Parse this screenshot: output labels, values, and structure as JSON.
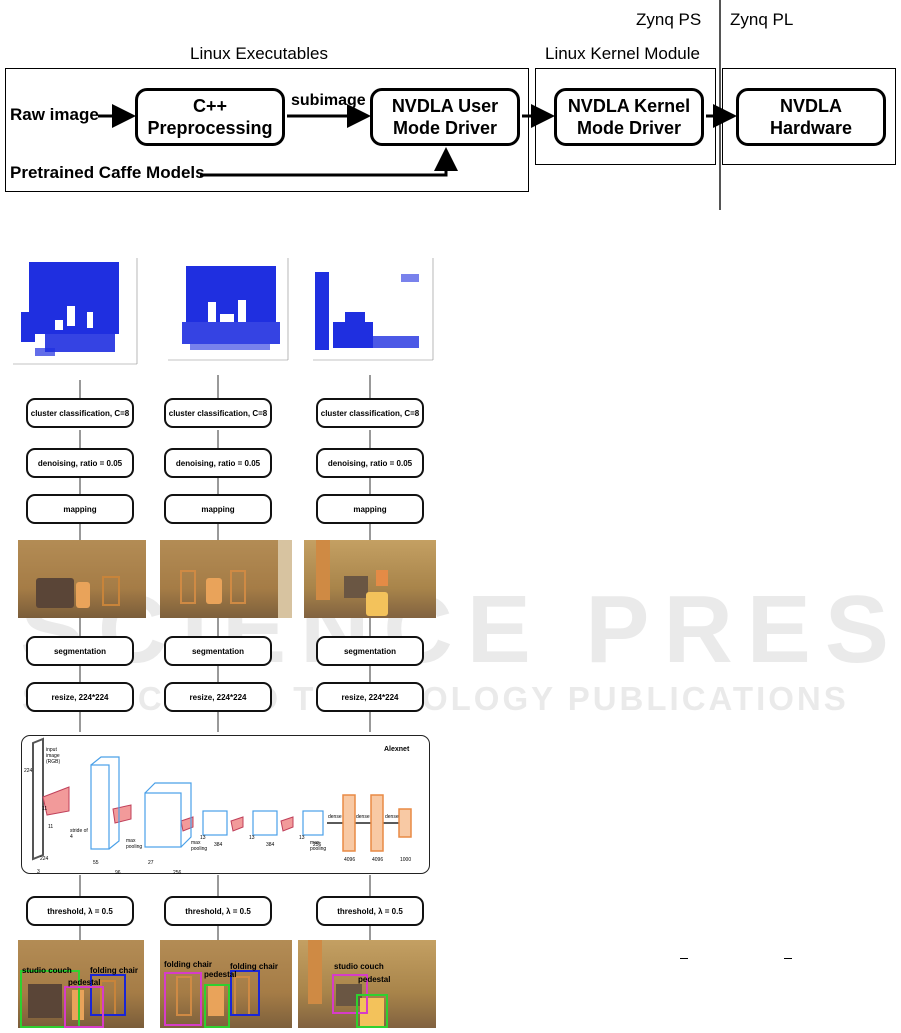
{
  "top_diagram": {
    "zynq_ps": "Zynq PS",
    "zynq_pl": "Zynq PL",
    "linux_executables": "Linux Executables",
    "linux_kernel_module": "Linux Kernel Module",
    "raw_image": "Raw image",
    "pretrained_models": "Pretrained Caffe Models",
    "subimage": "subimage",
    "preprocessing": {
      "line1": "C++",
      "line2": "Preprocessing"
    },
    "user_driver": {
      "line1": "NVDLA User",
      "line2": "Mode Driver"
    },
    "kernel_driver": {
      "line1": "NVDLA Kernel",
      "line2": "Mode Driver"
    },
    "hardware": {
      "line1": "NVDLA",
      "line2": "Hardware"
    }
  },
  "pipeline": {
    "steps": {
      "cluster": "cluster classification, C=8",
      "denoise": "denoising, ratio = 0.05",
      "mapping": "mapping",
      "segmentation": "segmentation",
      "resize": "resize, 224*224",
      "threshold": "threshold, λ = 0.5"
    },
    "alexnet": {
      "title": "Alexnet",
      "input_label": "input image (RGB)",
      "stride": "stride of 4",
      "maxpool": "max pooling",
      "dense": "dense",
      "dims": [
        "224",
        "224",
        "3",
        "11",
        "11",
        "55",
        "96",
        "27",
        "256",
        "13",
        "384",
        "13",
        "384",
        "13",
        "256",
        "4096",
        "4096",
        "1000"
      ]
    },
    "detections": {
      "col1": [
        "studio couch",
        "folding chair",
        "pedestal"
      ],
      "col2": [
        "folding chair",
        "folding chair",
        "pedestal"
      ],
      "col3": [
        "studio couch",
        "pedestal"
      ]
    },
    "colors": {
      "point_cloud": "#1f2fe0",
      "green": "#2fd02f",
      "magenta": "#d63cc8",
      "blue": "#1a26d6",
      "box_fill": "#f29a9a",
      "net_blue": "#4aa0e8",
      "net_orange": "#e98a45"
    }
  },
  "watermark": {
    "line1": "SCIENCE PRESS",
    "line2": "SCIENCE AND TECHNOLOGY PUBLICATIONS"
  }
}
